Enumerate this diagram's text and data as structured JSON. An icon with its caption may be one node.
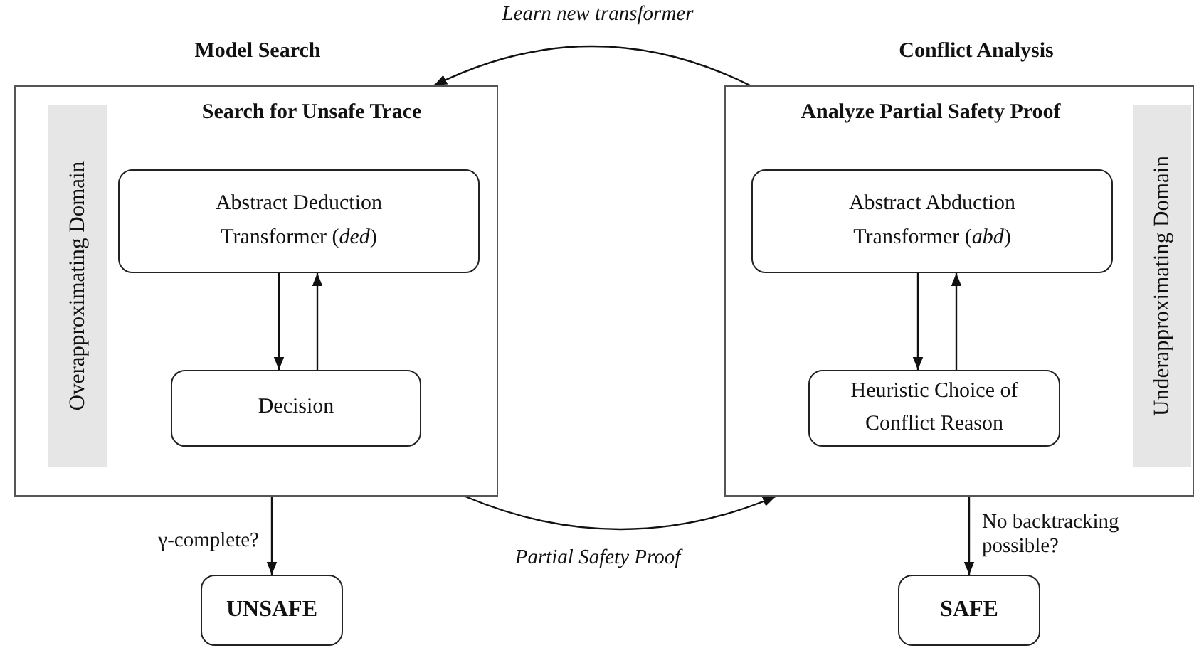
{
  "diagram": {
    "nodes": [
      {
        "text": [
          "Model Search",
          "Search for Unsafe Trace"
        ]
      },
      {
        "text": [
          "Overapproximating Domain"
        ],
        "in": 0
      },
      {
        "text": [
          "Abstract Deduction Transformer (*ded*)"
        ],
        "in": 0
      },
      {
        "text": [
          "Decision"
        ],
        "in": 0
      },
      {
        "text": [
          "Conflict Analysis",
          "Analyze Partial Safety Proof"
        ]
      },
      {
        "text": [
          "Underapproximating Domain"
        ],
        "in": 4
      },
      {
        "text": [
          "Abstract Abduction Transformer (*abd*)"
        ],
        "in": 4
      },
      {
        "text": [
          "Heuristic Choice of Conflict Reason"
        ],
        "in": 4
      },
      {
        "text": [
          "UNSAFE"
        ]
      },
      {
        "text": [
          "SAFE"
        ]
      }
    ],
    "edges": [
      {
        "from": 2,
        "to": 3,
        "arrow": "to"
      },
      {
        "from": 3,
        "to": 2,
        "arrow": "to"
      },
      {
        "from": 6,
        "to": 7,
        "arrow": "to"
      },
      {
        "from": 7,
        "to": 6,
        "arrow": "to"
      },
      {
        "from": 0,
        "to": 8,
        "arrow": "to",
        "label": "γ-complete?"
      },
      {
        "from": 4,
        "to": 9,
        "arrow": "to",
        "label": "No backtracking possible?"
      },
      {
        "from": 0,
        "to": 4,
        "arrow": "to",
        "label": "Partial Safety Proof"
      },
      {
        "from": 4,
        "to": 0,
        "arrow": "to",
        "label": "Learn new transformer"
      }
    ]
  }
}
